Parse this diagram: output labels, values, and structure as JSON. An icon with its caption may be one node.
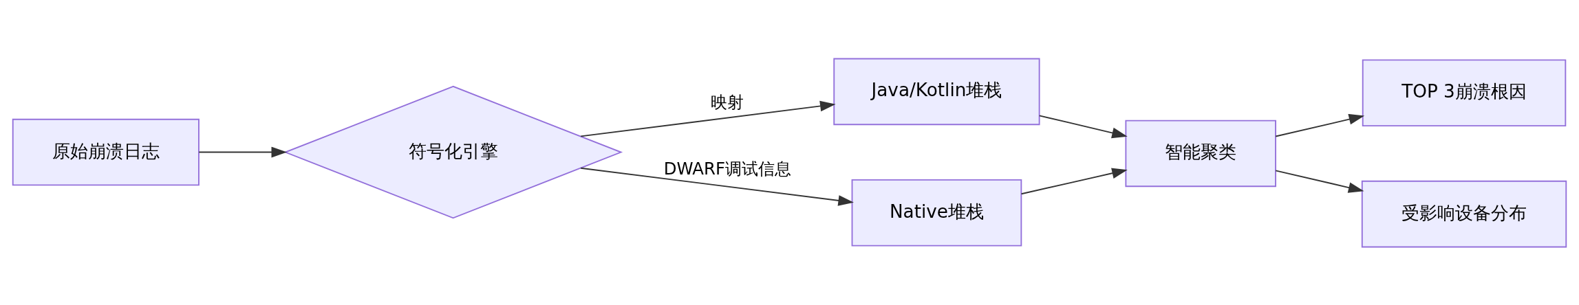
{
  "diagram": {
    "nodes": [
      {
        "text": [
          "原始崩溃日志"
        ]
      },
      {
        "text": [
          "符号化引擎"
        ]
      },
      {
        "text": [
          "Java/Kotlin堆栈"
        ]
      },
      {
        "text": [
          "Native堆栈"
        ]
      },
      {
        "text": [
          "智能聚类"
        ]
      },
      {
        "text": [
          "TOP 3崩溃根因"
        ]
      },
      {
        "text": [
          "受影响设备分布"
        ]
      }
    ],
    "edges": [
      {
        "from": 0,
        "to": 1,
        "arrow": "to"
      },
      {
        "from": 1,
        "to": 2,
        "arrow": "to",
        "label": "映射"
      },
      {
        "from": 1,
        "to": 3,
        "arrow": "to",
        "label": "DWARF调试信息"
      },
      {
        "from": 2,
        "to": 4,
        "arrow": "to"
      },
      {
        "from": 3,
        "to": 4,
        "arrow": "to"
      },
      {
        "from": 4,
        "to": 5,
        "arrow": "to"
      },
      {
        "from": 4,
        "to": 6,
        "arrow": "to"
      }
    ]
  }
}
